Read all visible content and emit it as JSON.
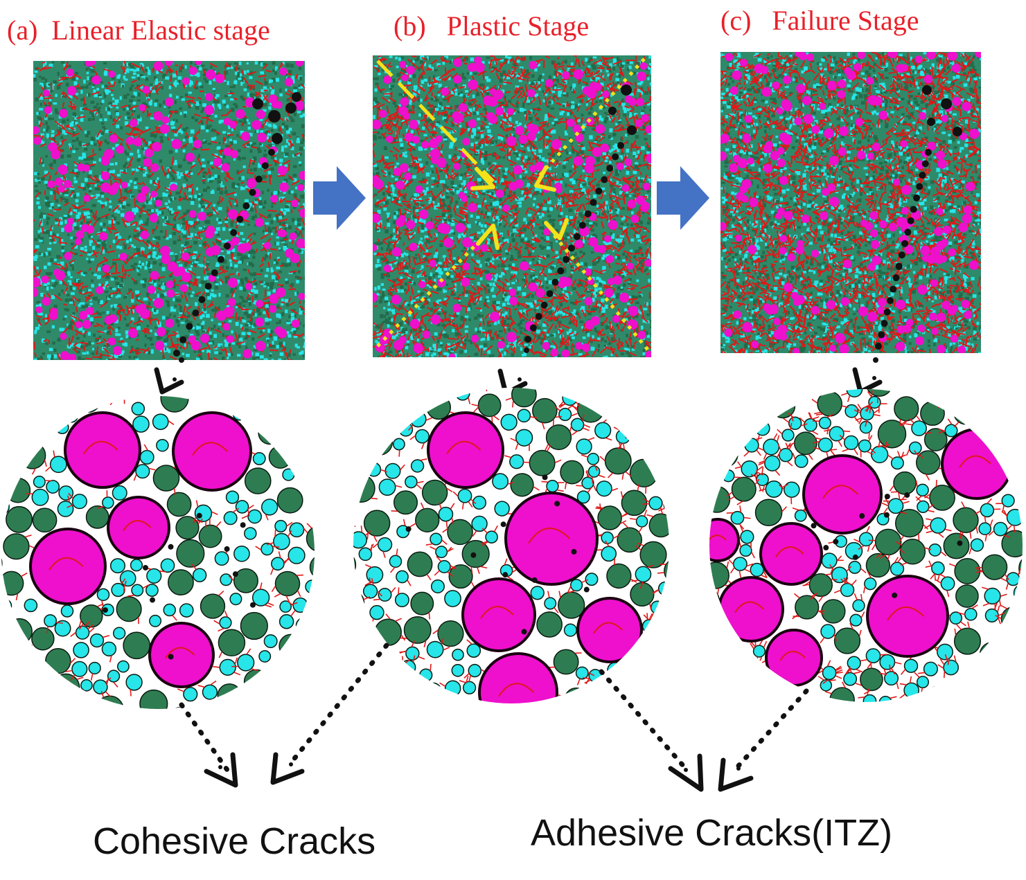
{
  "panels": [
    {
      "id": "a",
      "label": "(a)  Linear Elastic stage"
    },
    {
      "id": "b",
      "label": "(b)   Plastic Stage"
    },
    {
      "id": "c",
      "label": "(c)   Failure Stage"
    }
  ],
  "captions": {
    "cohesive": "Cohesive Cracks",
    "adhesive": "Adhesive Cracks(ITZ)"
  },
  "colors": {
    "label": "#e8202a",
    "aggregate": "#ee10cc",
    "mortar": "#2e7d52",
    "fine": "#27e5e8",
    "crack": "#e01818",
    "shear_band": "#f4e21a",
    "flow_arrow": "#4472c4",
    "void": "#111111"
  }
}
